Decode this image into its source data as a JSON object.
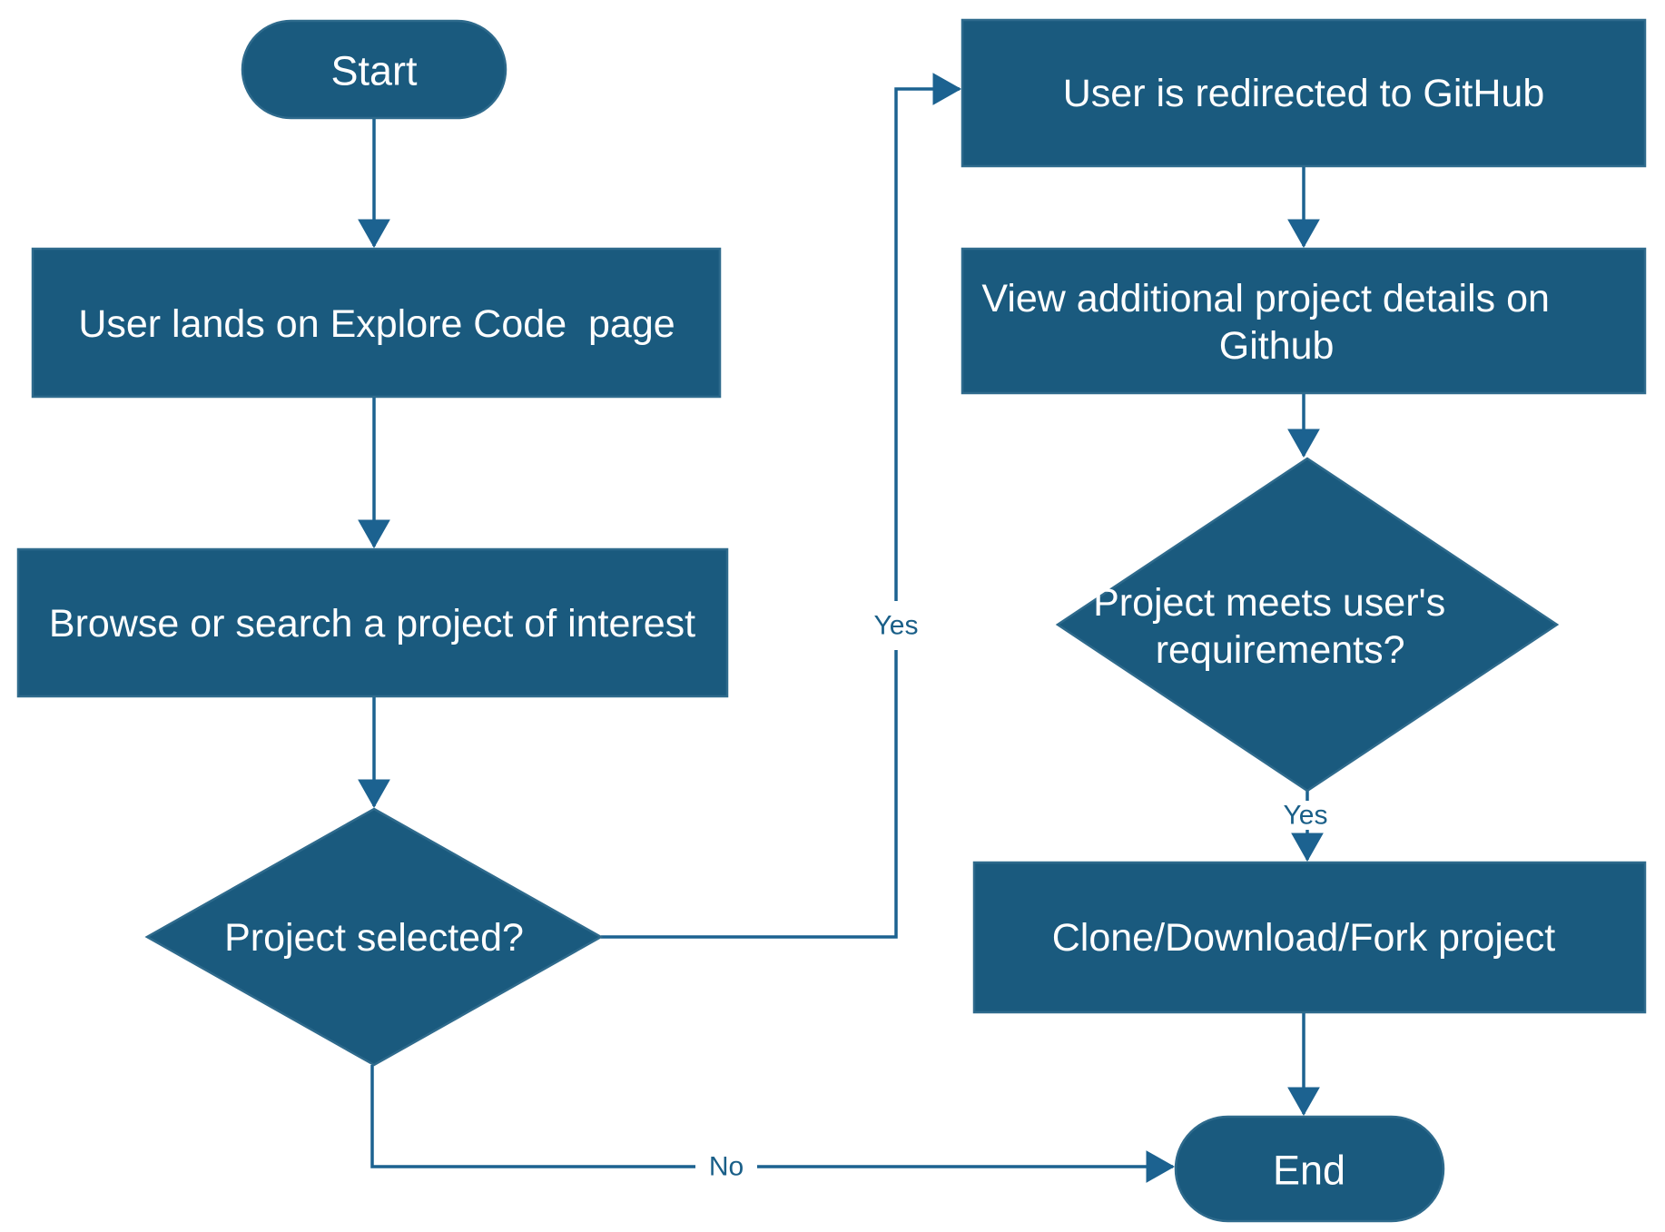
{
  "title": "Explore Code project selection flowchart",
  "colors": {
    "node_fill": "#1A5A7E",
    "node_stroke": "#2E6A8C",
    "line": "#1C6290",
    "label": "#1A5F88",
    "text": "#FFFFFF",
    "background": "#FFFFFF"
  },
  "nodes": {
    "start": {
      "type": "terminator",
      "label": "Start"
    },
    "land": {
      "type": "process",
      "label": "User lands on Explore Code  page"
    },
    "browse": {
      "type": "process",
      "label": "Browse or search a project of interest"
    },
    "project_selected": {
      "type": "decision",
      "label": "Project selected?"
    },
    "redirect": {
      "type": "process",
      "label": "User is redirected to GitHub"
    },
    "view_details": {
      "type": "process",
      "line1": "View additional project details on",
      "line2": "Github"
    },
    "meets_requirements": {
      "type": "decision",
      "line1": "Project meets user's",
      "line2": "requirements?"
    },
    "clone": {
      "type": "process",
      "label": "Clone/Download/Fork project"
    },
    "end": {
      "type": "terminator",
      "label": "End"
    }
  },
  "edge_labels": {
    "selected_yes": "Yes",
    "meets_yes": "Yes",
    "selected_no": "No"
  }
}
